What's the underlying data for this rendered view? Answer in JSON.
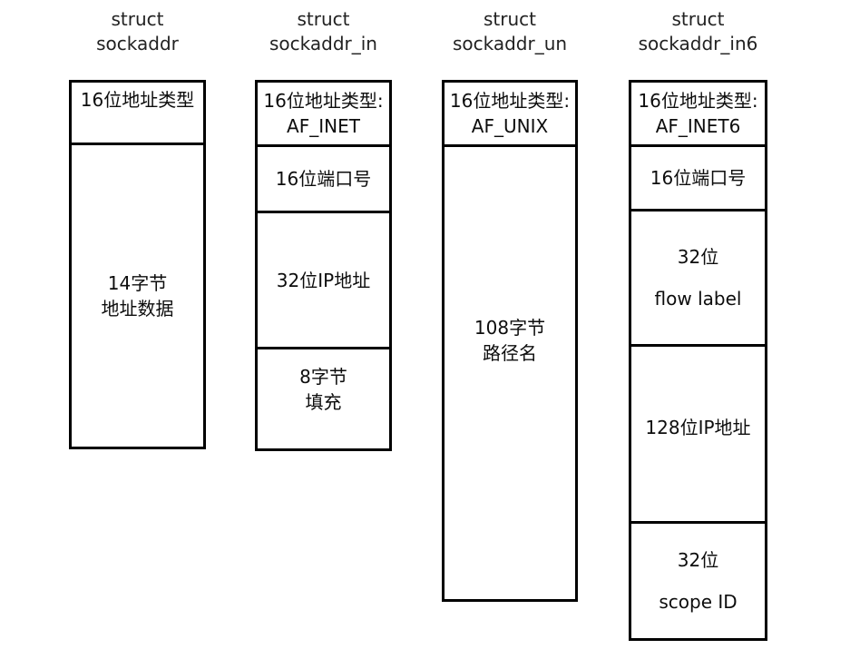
{
  "diagram": {
    "description": "Socket address structure layouts",
    "line_color": "#000000",
    "background_color": "#ffffff",
    "columns": [
      {
        "title": "struct\nsockaddr",
        "cells": [
          {
            "label": "16位地址类型"
          },
          {
            "label": "14字节\n地址数据"
          }
        ]
      },
      {
        "title": "struct\nsockaddr_in",
        "cells": [
          {
            "label": "16位地址类型:\nAF_INET"
          },
          {
            "label": "16位端口号"
          },
          {
            "label": "32位IP地址"
          },
          {
            "label": "8字节\n填充"
          }
        ]
      },
      {
        "title": "struct\nsockaddr_un",
        "cells": [
          {
            "label": "16位地址类型:\nAF_UNIX"
          },
          {
            "label": "108字节\n路径名"
          }
        ]
      },
      {
        "title": "struct\nsockaddr_in6",
        "cells": [
          {
            "label": "16位地址类型:\nAF_INET6"
          },
          {
            "label": "16位端口号"
          },
          {
            "label": "32位\nflow label"
          },
          {
            "label": "128位IP地址"
          },
          {
            "label": "32位\nscope ID"
          }
        ]
      }
    ]
  }
}
